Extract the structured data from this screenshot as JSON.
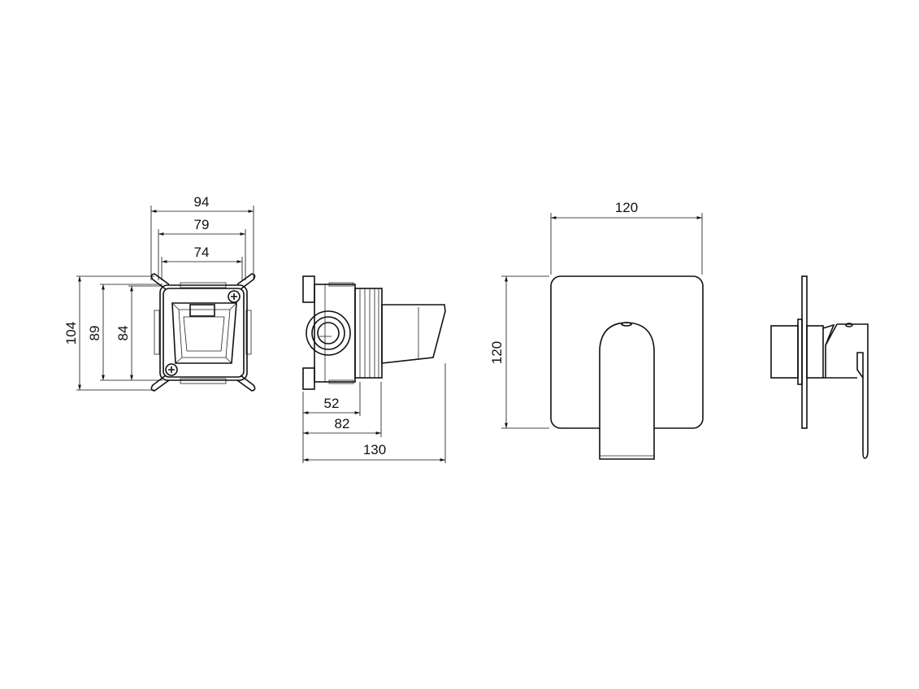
{
  "drawing": {
    "units": "mm",
    "box_front_view": {
      "width_overall": "94",
      "width_mid": "79",
      "width_inner": "74",
      "height_overall": "104",
      "height_mid": "89",
      "height_inner": "84"
    },
    "box_side_view": {
      "depth_body": "52",
      "depth_thread": "82",
      "depth_overall": "130"
    },
    "trim_front_view": {
      "plate_width": "120",
      "plate_height": "120"
    }
  },
  "colors": {
    "line": "#111111",
    "background": "#ffffff"
  }
}
